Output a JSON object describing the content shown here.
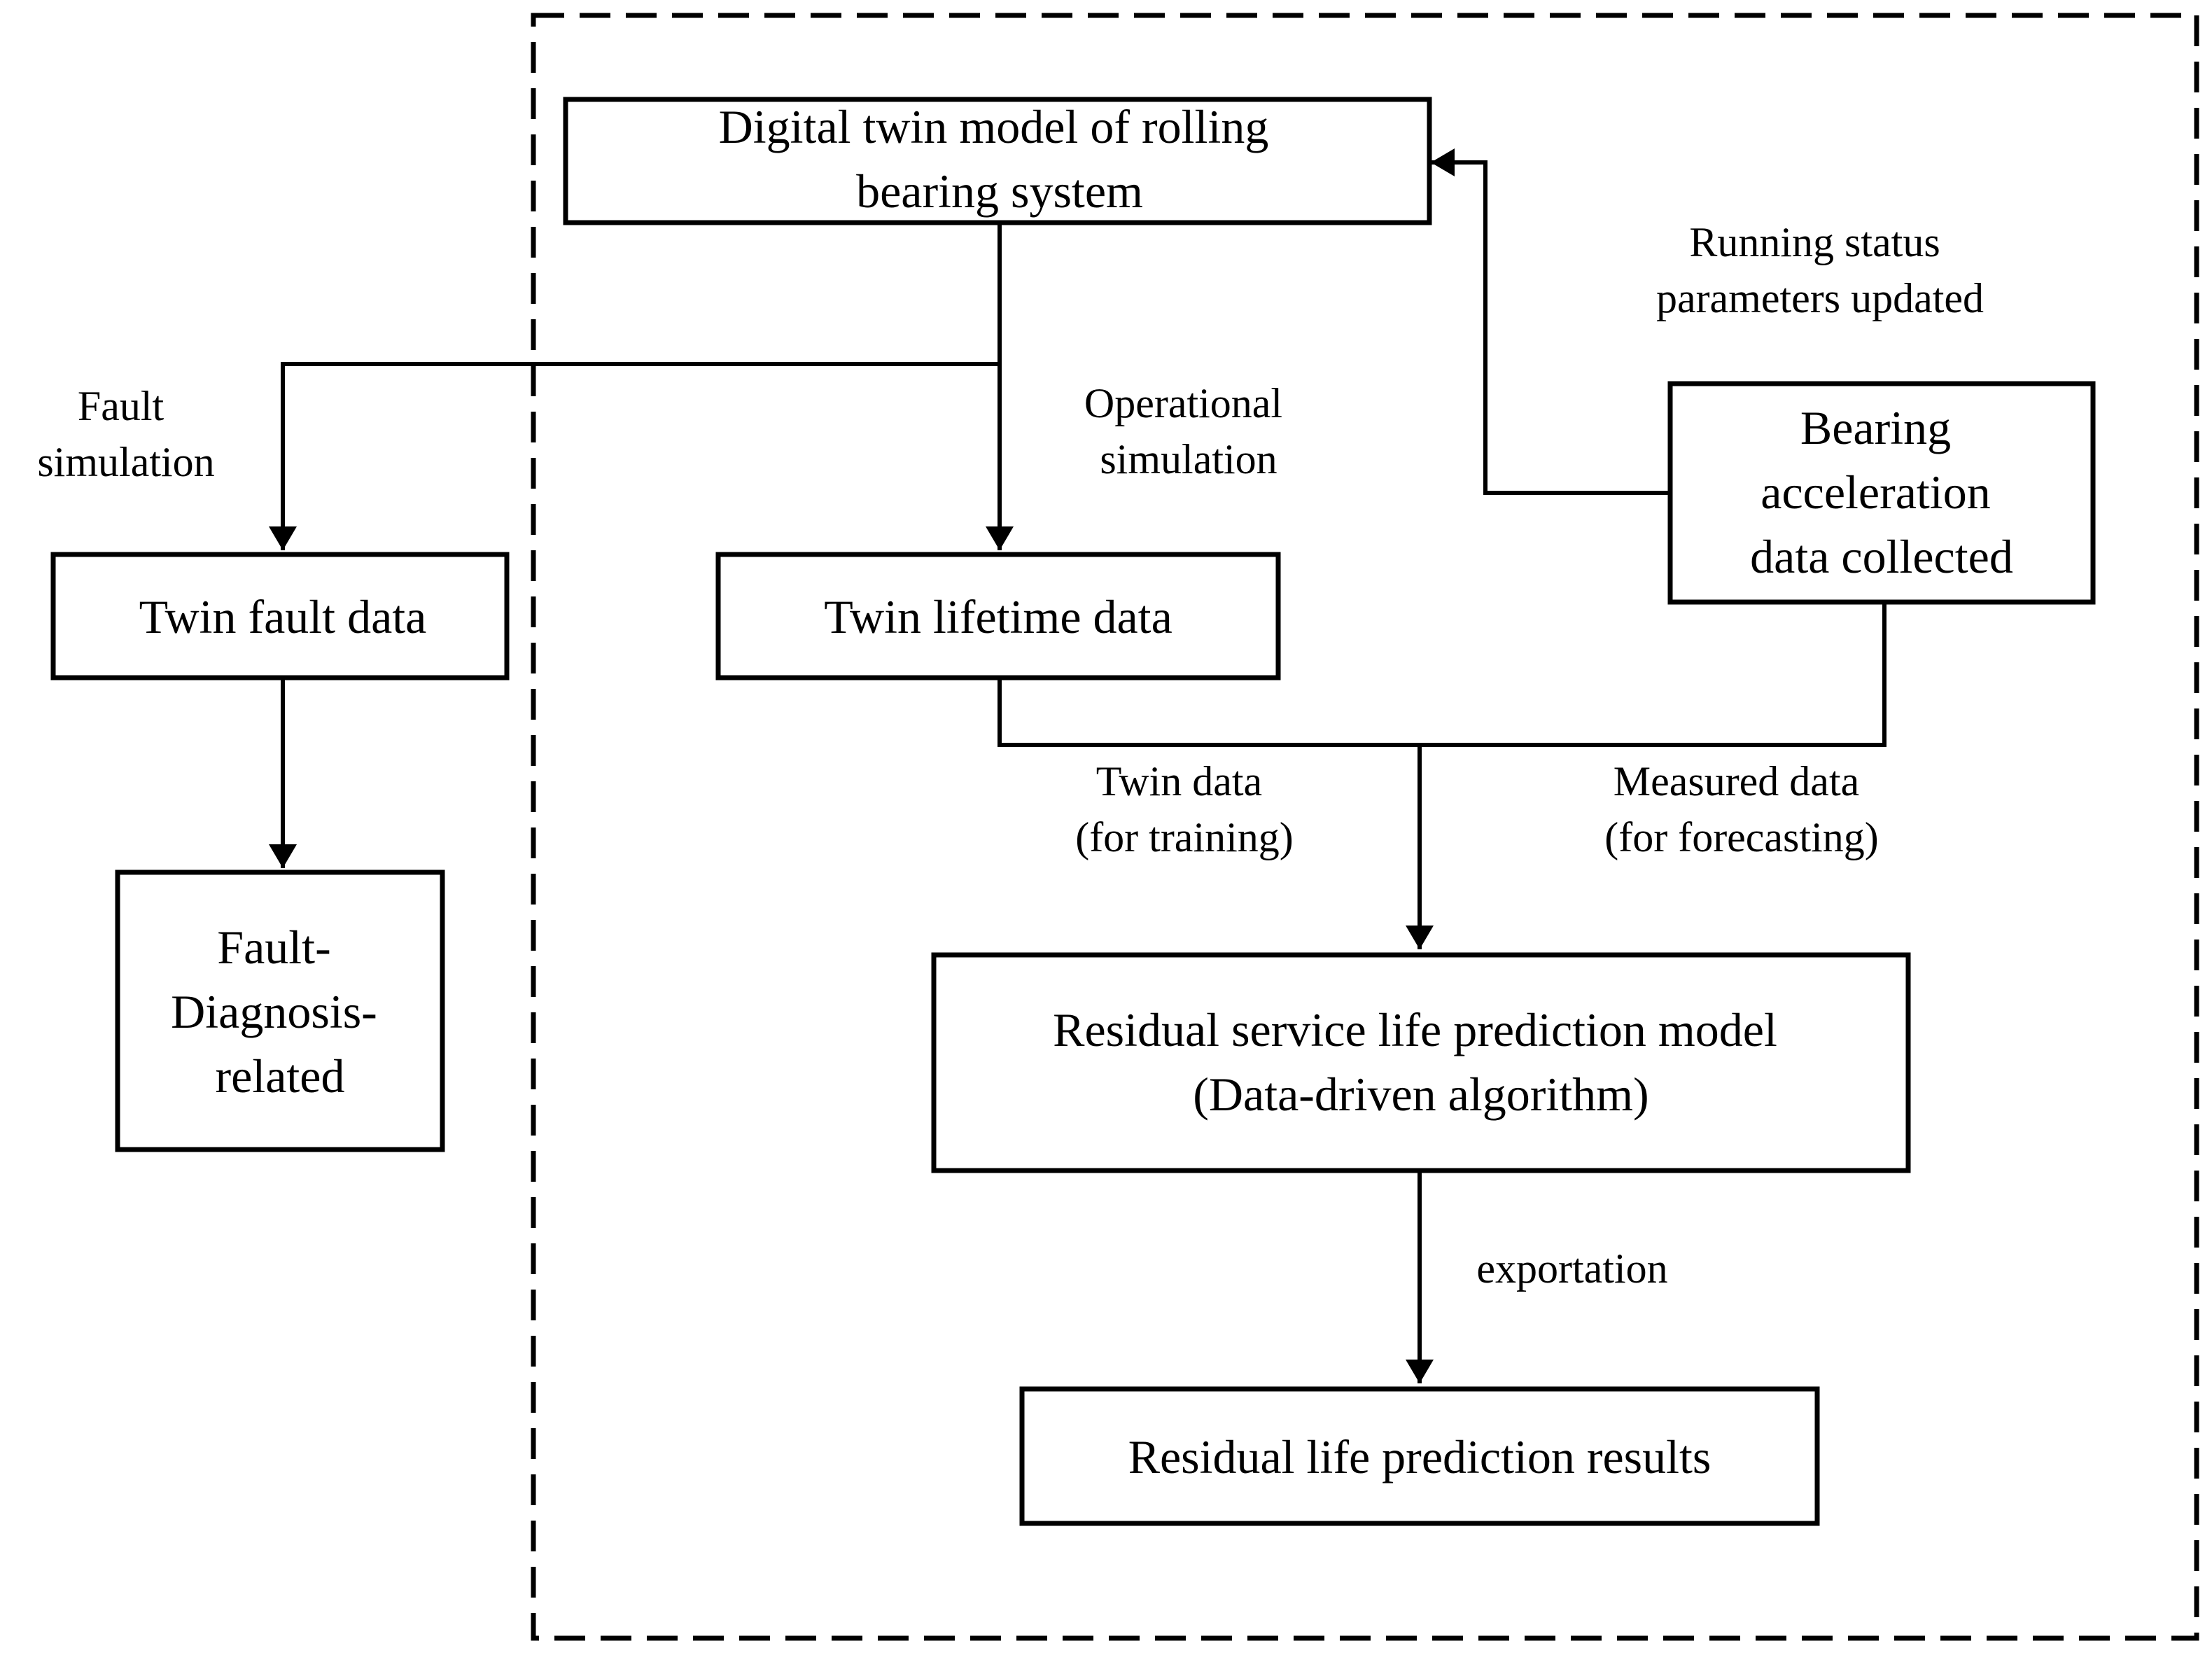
{
  "nodes": {
    "digital_twin_model": {
      "lines": [
        "Digital twin model of rolling",
        "bearing system"
      ]
    },
    "twin_fault_data": {
      "lines": [
        "Twin fault data"
      ]
    },
    "twin_lifetime_data": {
      "lines": [
        "Twin lifetime data"
      ]
    },
    "bearing_acceleration": {
      "lines": [
        "Bearing",
        "acceleration",
        "data collected"
      ]
    },
    "fault_diagnosis": {
      "lines": [
        "Fault-",
        "Diagnosis-",
        "related"
      ]
    },
    "rul_model": {
      "lines": [
        "Residual service life prediction model",
        "(Data-driven algorithm)"
      ]
    },
    "rul_results": {
      "lines": [
        "Residual life prediction results"
      ]
    }
  },
  "labels": {
    "running_status": [
      "Running status",
      "parameters updated"
    ],
    "fault_simulation": [
      "Fault",
      "simulation"
    ],
    "operational_simulation": [
      "Operational",
      "simulation"
    ],
    "twin_data": [
      "Twin data",
      "(for training)"
    ],
    "measured_data": [
      "Measured data",
      "(for forecasting)"
    ],
    "exportation": [
      "exportation"
    ]
  },
  "edges": [
    {
      "from": "digital_twin_model",
      "to": "twin_fault_data",
      "label": "fault_simulation"
    },
    {
      "from": "digital_twin_model",
      "to": "twin_lifetime_data",
      "label": "operational_simulation"
    },
    {
      "from": "bearing_acceleration",
      "to": "digital_twin_model",
      "label": "running_status"
    },
    {
      "from": "twin_fault_data",
      "to": "fault_diagnosis"
    },
    {
      "from": "twin_lifetime_data",
      "to": "rul_model",
      "label": "twin_data"
    },
    {
      "from": "bearing_acceleration",
      "to": "rul_model",
      "label": "measured_data"
    },
    {
      "from": "rul_model",
      "to": "rul_results",
      "label": "exportation"
    }
  ]
}
